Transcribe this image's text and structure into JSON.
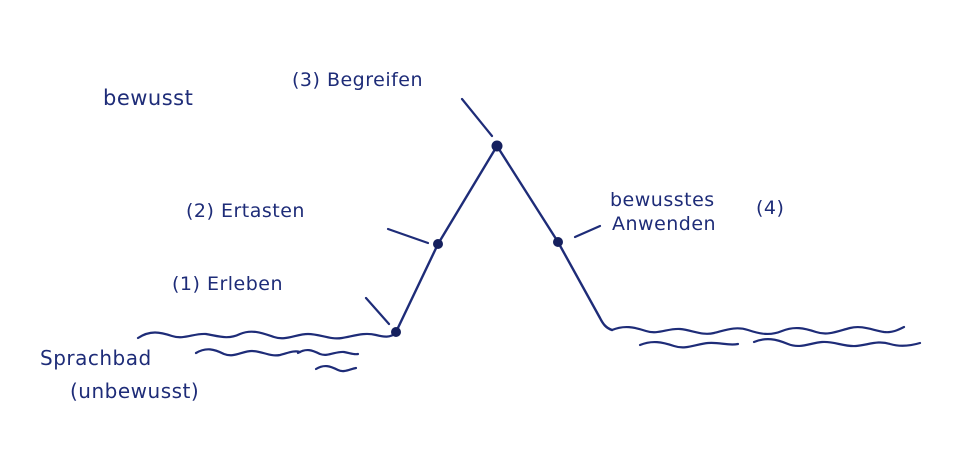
{
  "labels": {
    "conscious": "bewusst",
    "step1": "(1) Erleben",
    "step2": "(2) Ertasten",
    "step3": "(3) Begreifen",
    "step4_line1": "bewusstes",
    "step4_line2": "Anwenden",
    "step4_num": "(4)",
    "bath_line1": "Sprachbad",
    "bath_line2": "(unbewusst)"
  },
  "colors": {
    "ink": "#1e2c78",
    "dot": "#15205e"
  }
}
